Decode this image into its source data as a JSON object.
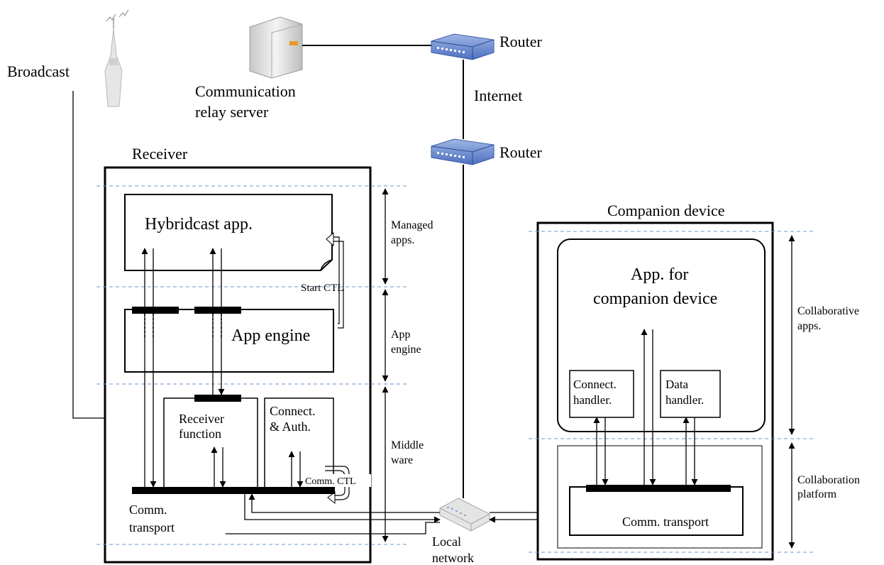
{
  "labels": {
    "broadcast": "Broadcast",
    "server_line1": "Communication",
    "server_line2": "relay server",
    "router_top": "Router",
    "internet": "Internet",
    "router_mid": "Router",
    "local_network_line1": "Local",
    "local_network_line2": "network"
  },
  "receiver": {
    "title": "Receiver",
    "hybridcast_app": "Hybridcast app.",
    "start_ctl": "Start CTL",
    "app_engine": "App engine",
    "receiver_function_line1": "Receiver",
    "receiver_function_line2": "function",
    "connect_auth_line1": "Connect.",
    "connect_auth_line2": "& Auth.",
    "comm_ctl": "Comm. CTL",
    "comm_transport_line1": "Comm.",
    "comm_transport_line2": "transport"
  },
  "receiver_layers": {
    "managed_line1": "Managed",
    "managed_line2": "apps.",
    "engine_line1": "App",
    "engine_line2": "engine",
    "middleware_line1": "Middle",
    "middleware_line2": "ware"
  },
  "companion": {
    "title": "Companion device",
    "app_line1": "App. for",
    "app_line2": "companion device",
    "connect_handler_line1": "Connect.",
    "connect_handler_line2": "handler.",
    "data_handler_line1": "Data",
    "data_handler_line2": "handler.",
    "comm_transport": "Comm. transport"
  },
  "companion_layers": {
    "collab_apps_line1": "Collaborative",
    "collab_apps_line2": "apps.",
    "collab_platform_line1": "Collaboration",
    "collab_platform_line2": "platform"
  }
}
